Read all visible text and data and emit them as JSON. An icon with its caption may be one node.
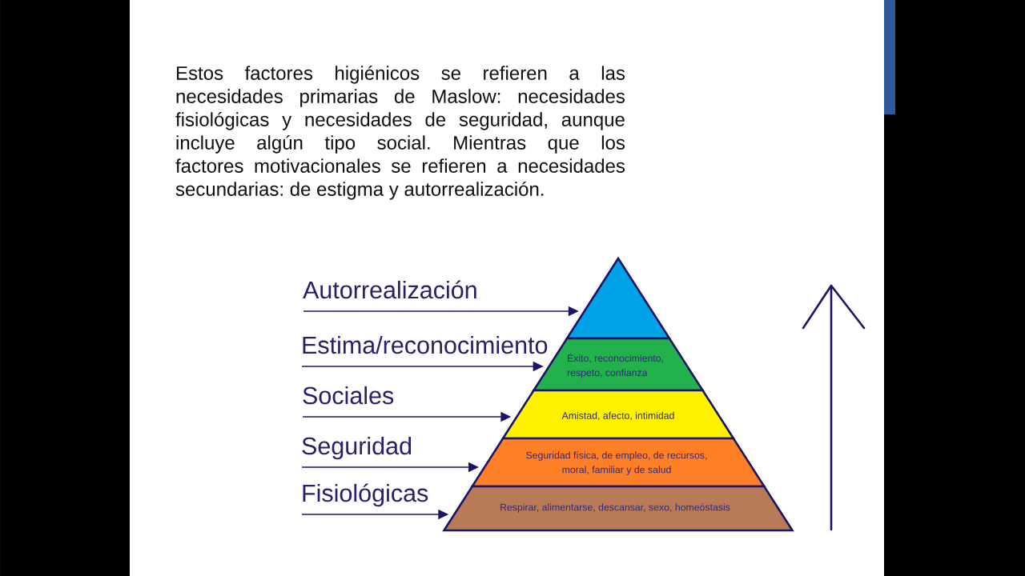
{
  "diagram": {
    "nodes": [
      {
        "text": [
          "Autorrealización"
        ]
      },
      {
        "text": [],
        "shape": "triangle"
      },
      {
        "text": [
          "Estima/reconocimiento"
        ]
      },
      {
        "text": [
          "Éxito, reconocimiento, respeto, confianza"
        ]
      },
      {
        "text": [
          "Sociales"
        ]
      },
      {
        "text": [
          "Amistad, afecto, intimidad"
        ]
      },
      {
        "text": [
          "Seguridad"
        ]
      },
      {
        "text": [
          "Seguridad física, de empleo, de recursos, moral, familiar y de salud"
        ]
      },
      {
        "text": [
          "Fisiológicas"
        ]
      },
      {
        "text": [
          "Respirar, alimentarse, descansar, sexo, homeóstasis"
        ]
      }
    ],
    "edges": [
      {
        "from": 0,
        "to": 1,
        "arrow": "to"
      },
      {
        "from": 2,
        "to": 3,
        "arrow": "to"
      },
      {
        "from": 4,
        "to": 5,
        "arrow": "to"
      },
      {
        "from": 6,
        "to": 7,
        "arrow": "to"
      },
      {
        "from": 8,
        "to": 9,
        "arrow": "to"
      }
    ],
    "labels": [
      "Estos factores higiénicos se refieren a las necesidades primarias de Maslow: necesidades fisiológicas y necesidades de seguridad, aunque incluye algún tipo social. Mientras que los factores motivacionales se refieren a necesidades secundarias: de estigma y autorrealización."
    ]
  }
}
